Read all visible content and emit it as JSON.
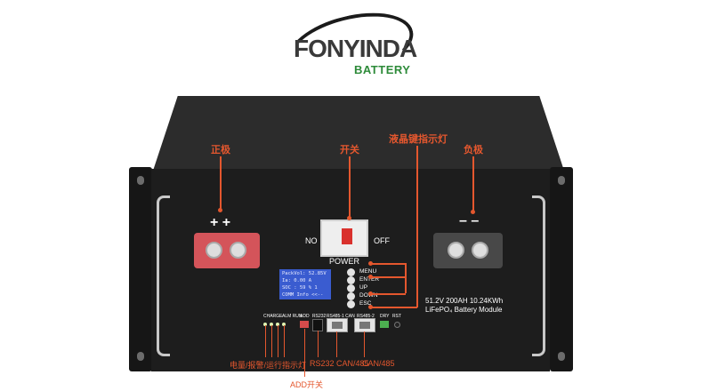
{
  "logo": {
    "brand": "FONYINDA",
    "sub": "BATTERY"
  },
  "annotations": {
    "positive": "正极",
    "switch": "开关",
    "lcd_keys": "液晶键指示灯",
    "negative": "负极",
    "leds": "电量/报警/运行指示灯",
    "add": "ADD开关",
    "rs232_can": "RS232 CAN/485",
    "can485": "CAN/485"
  },
  "terminals": {
    "plus": "+ +",
    "minus": "– –"
  },
  "switch": {
    "no": "NO",
    "off": "OFF",
    "power": "POWER"
  },
  "lcd": {
    "line1": "PackVol: 52.85V",
    "line2": "Ia:    0.00 A",
    "line3": "SOC :  59 %  1",
    "line4": "COMM Info <<--"
  },
  "keys": [
    "MENU",
    "ENTER",
    "UP",
    "DOWN",
    "ESC"
  ],
  "module_label": {
    "line1": "51.2V 200AH 10.24KWh",
    "line2": "LiFePO₄ Battery Module"
  },
  "ports": {
    "charge": "CHARGE",
    "alm_run": "ALM RUN",
    "add": "ADD",
    "rs232": "RS232",
    "rs485_1_can": "RS485-1 CAN",
    "rs485_2": "RS485-2",
    "dry": "DRY",
    "rst": "RST"
  },
  "colors": {
    "annotation": "#e4572e",
    "lcd": "#3a5cd0",
    "positive_terminal": "#d4545a",
    "brand_green": "#2e8b3a"
  }
}
